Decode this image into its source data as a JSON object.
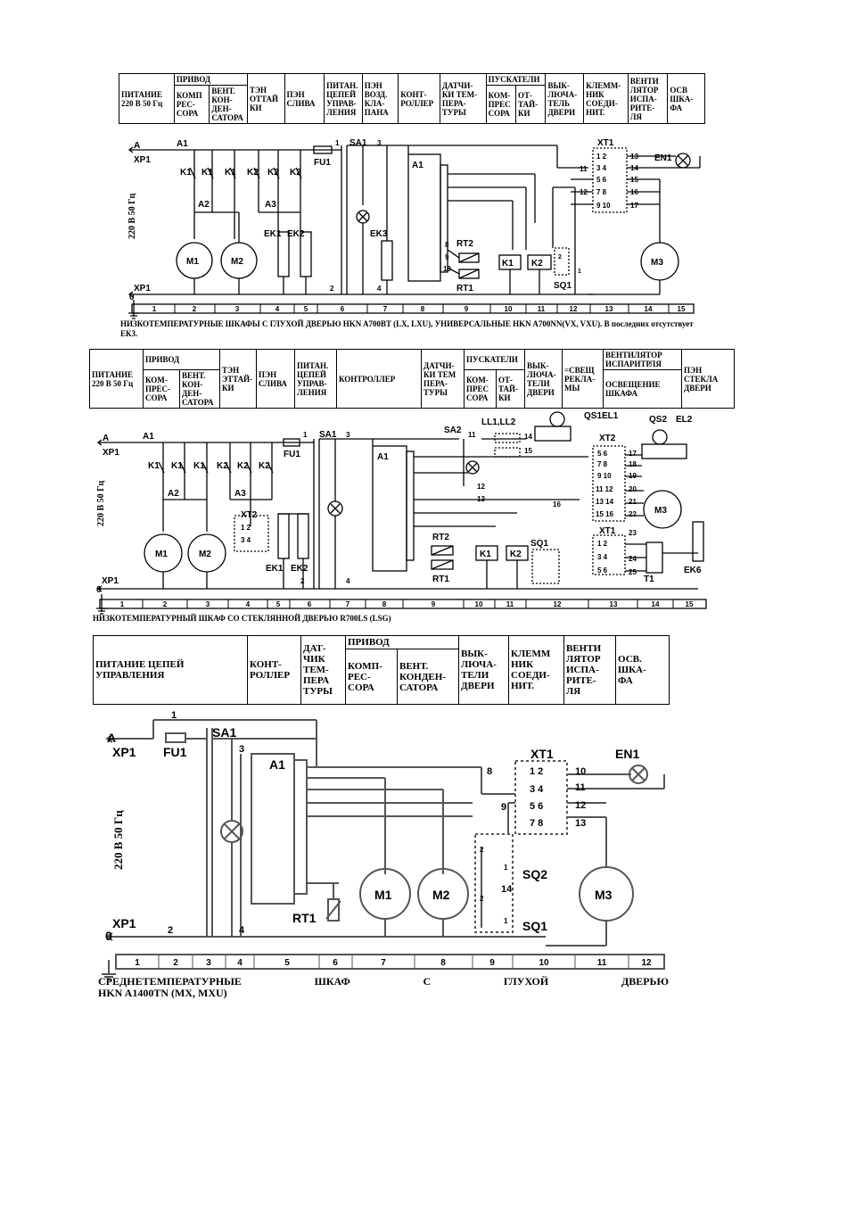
{
  "d1": {
    "header": {
      "power": "ПИТАНИЕ\n220 В 50 Гц",
      "drive": "ПРИВОД",
      "comp": "КОМП\nРЕС-\nСОРА",
      "fan": "ВЕНТ.\nКОН-\nДЕН-\nСАТОРА",
      "ten_defrost": "ТЭН\nОТТАЙ\nКИ",
      "pen_drain": "ПЭН\nСЛИВА",
      "control": "ПИТАН.\nЦЕПЕЙ\nУПРАВ-\nЛЕНИЯ",
      "valve": "ПЭН\nВОЗД.\nКЛА-\nПАНА",
      "controller": "КОНТ-\nРОЛЛЕР",
      "sensors": "ДАТЧИ-\nКИ ТЕМ-\nПЕРА-\nТУРЫ",
      "starters": "ПУСКАТЕЛИ",
      "st_comp": "КОМ-\nПРЕС\nСОРА",
      "st_def": "ОТ-\nТАЙ-\nКИ",
      "door": "ВЫК-\nЛЮЧА-\nТЕЛЬ\nДВЕРИ",
      "terminal": "КЛЕММ-\nНИК\nСОЕДИ-\nНИТ.",
      "evap": "ВЕНТИ\nЛЯТОР\nИСПА-\nРИТЕ-\nЛЯ",
      "light": "ОСВ\nШКА-\nФА"
    },
    "vertical_label": "220 В 50 Гц",
    "caption": "НИЗКОТЕМПЕРАТУРНЫЕ ШКАФЫ С ГЛУХОЙ ДВЕРЬЮ HKN A700BT (LX, LXU), УНИВЕРСАЛЬНЫЕ HKN A700NN(VX, VXU). В последних отсутствует ЕК3.",
    "labels": {
      "xp1": "XP1",
      "a": "A",
      "zero": "0",
      "a1": "A1",
      "a2": "A2",
      "a3": "A3",
      "k1": "K1",
      "k2": "K2",
      "fu1": "FU1",
      "sa1": "SA1",
      "n1": "1",
      "n2": "2",
      "n3": "3",
      "n4": "4",
      "a1blk": "A1",
      "ek1": "EK1",
      "ek2": "EK2",
      "ek3": "EK3",
      "rt2": "RT2",
      "rt1": "RT1",
      "n8": "8",
      "n9": "9",
      "n10": "10",
      "m1": "M1",
      "m2": "M2",
      "m3": "M3",
      "sq1": "SQ1",
      "xt1": "XT1",
      "en1": "EN1",
      "n11": "11",
      "n12": "12",
      "n13": "13",
      "n14": "14",
      "n15": "15",
      "n16": "16",
      "n17": "17",
      "p12": "1 2",
      "p34": "3 4",
      "p56": "5 6",
      "p78": "7 8",
      "p910": "9 10",
      "sw2": "2",
      "sw1": "1"
    },
    "ruler": [
      "1",
      "2",
      "3",
      "4",
      "5",
      "6",
      "7",
      "8",
      "9",
      "10",
      "11",
      "12",
      "13",
      "14",
      "15"
    ]
  },
  "d2": {
    "header": {
      "power": "ПИТАНИЕ\n220 В 50 Гц",
      "drive": "ПРИВОД",
      "comp": "КОМ-\nПРЕС-\nСОРА",
      "fan": "ВЕНТ.\nКОН-\nДЕН-\nСАТОРА",
      "ten": "ТЭН\nЭТТАЙ-\nКИ",
      "pen": "ПЭН\nСЛИВА",
      "control": "ПИТАН.\nЦЕПЕЙ\nУПРАВ-\nЛЕНИЯ",
      "controller": "КОНТРОЛЛЕР",
      "sensors": "ДАТЧИ-\nКИ  ТЕМ\nПЕРА-\nТУРЫ",
      "starters": "ПУСКАТЕЛИ",
      "st_comp": "КОМ-\nПРЕС\nСОРА",
      "st_def": "ОТ-\nТАЙ-\nКИ",
      "door": "ВЫК-\nЛЮЧА-\nТЕЛИ\nДВЕРИ",
      "ad": "=СВЕЩ\nРЕКЛА-\nМЫ",
      "evap": "ВЕНТИЛЯТОР\nИСПАРИТРЛЯ",
      "light": "ОСВЕЩЕНИЕ\nШКАФА",
      "glass": "ПЭН\nСТЕКЛА\nДВЕРИ"
    },
    "vertical_label": "220 В 50 Гц",
    "caption": "НИЗКОТЕМПЕРАТУРНЫЙ ШКАФ СО СТЕКЛЯННОЙ ДВЕРЬЮ R700LS (LSG)",
    "labels": {
      "xp1": "XP1",
      "a": "A",
      "zero": "0",
      "a1": "A1",
      "a2": "A2",
      "a3": "A3",
      "k1": "K1",
      "k2": "K2",
      "fu1": "FU1",
      "sa1": "SA1",
      "sa2": "SA2",
      "n1": "1",
      "n2": "2",
      "n3": "3",
      "n4": "4",
      "a1blk": "A1",
      "xt2": "XT2",
      "p12": "1 2",
      "p34": "3 4",
      "ek1": "EK1",
      "ek2": "EK2",
      "ek6": "EK6",
      "rt2": "RT2",
      "rt1": "RT1",
      "m1": "M1",
      "m2": "M2",
      "m3": "M3",
      "sq1": "SQ1",
      "ll": "LL1,LL2",
      "qs1": "QS1EL1",
      "qs2": "QS2",
      "el2": "EL2",
      "xt2r": "XT2",
      "xt1": "XT1",
      "t1": "T1",
      "n11": "11",
      "n12": "12",
      "n13": "13",
      "n14": "14",
      "n15": "15",
      "n16": "16",
      "r56": "5 6",
      "r78": "7 8",
      "r910": "9 10",
      "r1112": "11 12",
      "r1314": "13 14",
      "r1516": "15 16",
      "r12": "1 2",
      "r34": "3 4",
      "r56b": "5 6",
      "n17": "17",
      "n18": "18",
      "n19": "19",
      "n20": "20",
      "n21": "21",
      "n22": "22",
      "n23": "23",
      "n24": "24",
      "n25": "25"
    },
    "ruler": [
      "1",
      "2",
      "3",
      "4",
      "5",
      "6",
      "7",
      "8",
      "9",
      "10",
      "11",
      "12",
      "13",
      "14",
      "15"
    ]
  },
  "d3": {
    "header": {
      "power": "ПИТАНИЕ             ЦЕПЕЙ\nУПРАВЛЕНИЯ",
      "controller": "КОНТ-\nРОЛЛЕР",
      "sensor": "ДАТ-\nЧИК\nТЕМ-\nПЕРА\nТУРЫ",
      "drive": "ПРИВОД",
      "comp": "КОМП-\nРЕС-\nСОРА",
      "fan": "ВЕНТ.\nКОНДЕН-\nСАТОРА",
      "door": "ВЫК-\nЛЮЧА-\nТЕЛИ\nДВЕРИ",
      "terminal": "КЛЕММ\nНИК\nСОЕДИ-\nНИТ.",
      "evap": "ВЕНТИ\nЛЯТОР\nИСПА-\nРИТЕ-\nЛЯ",
      "light": "ОСВ.\nШКА-\nФА"
    },
    "vertical_label": "220 В 50 Гц",
    "caption_words": [
      "СРЕДНЕТЕМПЕРАТУРНЫЕ",
      "ШКАФ",
      "С",
      "ГЛУХОЙ",
      "ДВЕРЬЮ"
    ],
    "caption_line2": "HKN A1400TN (MX, MXU)",
    "labels": {
      "xp1": "XP1",
      "a": "A",
      "zero": "0",
      "fu1": "FU1",
      "sa1": "SA1",
      "n1": "1",
      "n2": "2",
      "n3": "3",
      "n4": "4",
      "a1blk": "A1",
      "rt1": "RT1",
      "m1": "M1",
      "m2": "M2",
      "m3": "M3",
      "xt1": "XT1",
      "en1": "EN1",
      "sq2": "SQ2",
      "sq1": "SQ1",
      "n8": "8",
      "n9": "9",
      "n10": "10",
      "n11": "11",
      "n12": "12",
      "n13": "13",
      "n14": "14",
      "p12": "1  2",
      "p34": "3  4",
      "p56": "5  6",
      "p78": "7  8",
      "s2": "2",
      "s1": "1"
    },
    "ruler": [
      "1",
      "2",
      "3",
      "4",
      "5",
      "6",
      "7",
      "8",
      "9",
      "10",
      "11",
      "12"
    ]
  }
}
